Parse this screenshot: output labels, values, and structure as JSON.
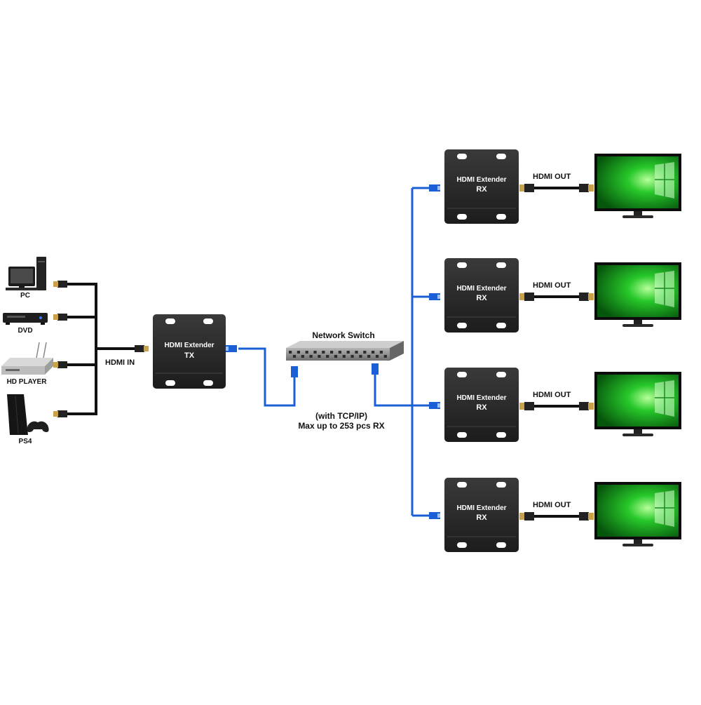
{
  "sources": [
    {
      "id": "pc",
      "label": "PC",
      "icon": "desktop-pc-icon"
    },
    {
      "id": "dvd",
      "label": "DVD",
      "icon": "dvd-player-icon"
    },
    {
      "id": "hdplayer",
      "label": "HD PLAYER",
      "icon": "media-player-icon"
    },
    {
      "id": "ps4",
      "label": "PS4",
      "icon": "game-console-icon"
    }
  ],
  "hdmi_in_label": "HDMI IN",
  "transmitter": {
    "title": "HDMI Extender",
    "subtitle": "TX"
  },
  "switch": {
    "label": "Network Switch",
    "note_line1": "(with TCP/IP)",
    "note_line2": "Max up to 253 pcs RX"
  },
  "receivers": [
    {
      "title": "HDMI Extender",
      "subtitle": "RX",
      "output_label": "HDMI OUT"
    },
    {
      "title": "HDMI Extender",
      "subtitle": "RX",
      "output_label": "HDMI OUT"
    },
    {
      "title": "HDMI Extender",
      "subtitle": "RX",
      "output_label": "HDMI OUT"
    },
    {
      "title": "HDMI Extender",
      "subtitle": "RX",
      "output_label": "HDMI OUT"
    }
  ],
  "colors": {
    "hdmi_cable": "#111111",
    "network_cable": "#1a5fd6",
    "box": "#262626",
    "screen": "#0fa21a",
    "switch_body": "#8a8a8a"
  }
}
